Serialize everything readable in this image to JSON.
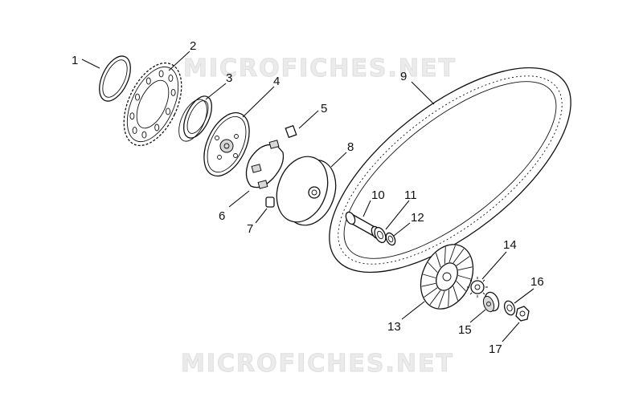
{
  "watermark": {
    "text": "MICROFICHES.NET"
  },
  "callouts": [
    "1",
    "2",
    "3",
    "4",
    "5",
    "6",
    "7",
    "8",
    "9",
    "10",
    "11",
    "12",
    "13",
    "14",
    "15",
    "16",
    "17"
  ]
}
